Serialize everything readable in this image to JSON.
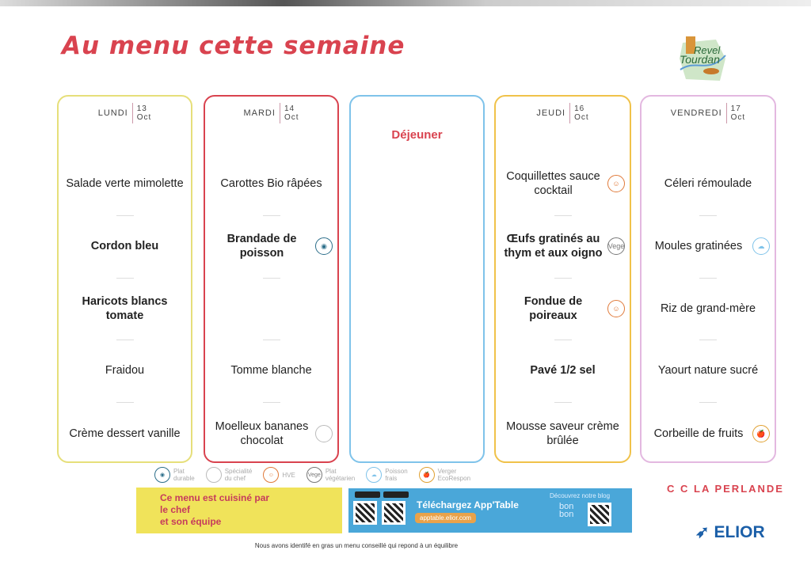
{
  "title": "Au menu cette semaine",
  "logo_text": "Revel Tourdan",
  "lunch_label": "Déjeuner",
  "days": [
    {
      "name": "LUNDI",
      "day": "13",
      "month": "Oct",
      "color": "#e6df7a",
      "items": [
        {
          "t": "Salade verte mimolette",
          "b": false
        },
        {
          "t": "Cordon bleu",
          "b": true
        },
        {
          "t": "Haricots blancs tomate",
          "b": true
        },
        {
          "t": "Fraidou",
          "b": false
        },
        {
          "t": "Crème dessert vanille",
          "b": false
        }
      ]
    },
    {
      "name": "MARDI",
      "day": "14",
      "month": "Oct",
      "color": "#d9434f",
      "items": [
        {
          "t": "Carottes Bio râpées",
          "b": false
        },
        {
          "t": "Brandade de poisson",
          "b": true,
          "icon": "plat-durable"
        },
        {
          "t": "",
          "b": false
        },
        {
          "t": "Tomme blanche",
          "b": false
        },
        {
          "t": "Moelleux bananes chocolat",
          "b": false,
          "icon": "specialite-chef"
        }
      ]
    },
    {
      "name": "JEUDI",
      "day": "16",
      "month": "Oct",
      "color": "#f0c24a",
      "items": [
        {
          "t": "Coquillettes sauce cocktail",
          "b": false,
          "icon": "hve"
        },
        {
          "t": "Œufs gratinés au thym et aux oigno",
          "b": true,
          "icon": "plat-vegetarien"
        },
        {
          "t": "Fondue de poireaux",
          "b": true,
          "icon": "hve"
        },
        {
          "t": "Pavé 1/2 sel",
          "b": true
        },
        {
          "t": "Mousse saveur crème brûlée",
          "b": false
        }
      ]
    },
    {
      "name": "VENDREDI",
      "day": "17",
      "month": "Oct",
      "color": "#e3b8e0",
      "items": [
        {
          "t": "Céleri rémoulade",
          "b": false
        },
        {
          "t": "Moules gratinées",
          "b": false,
          "icon": "poisson-frais"
        },
        {
          "t": "Riz de grand-mère",
          "b": false
        },
        {
          "t": "Yaourt nature sucré",
          "b": false
        },
        {
          "t": "Corbeille de fruits",
          "b": false,
          "icon": "verger"
        }
      ]
    }
  ],
  "legend": [
    {
      "icon": "plat-durable",
      "label1": "Plat",
      "label2": "durable"
    },
    {
      "icon": "specialite-chef",
      "label1": "Spécialité",
      "label2": "du chef"
    },
    {
      "icon": "hve",
      "label1": "HVE",
      "label2": ""
    },
    {
      "icon": "plat-vegetarien",
      "label1": "Plat",
      "label2": "végétarien"
    },
    {
      "icon": "poisson-frais",
      "label1": "Poisson",
      "label2": "frais"
    },
    {
      "icon": "verger",
      "label1": "Verger",
      "label2": "EcoRespon"
    }
  ],
  "chef_note": {
    "l1": "Ce menu est cuisiné par",
    "l2": "le chef",
    "l3": "et son équipe"
  },
  "app": {
    "title": "Téléchargez App'Table",
    "url": "apptable.elior.com",
    "blog": "Découvrez notre blog",
    "bonbon": "bon bon"
  },
  "school": "C C  LA PERLANDE",
  "brand": "ELIOR",
  "footer": "Nous avons identifé en gras un menu conseillé qui repond à un équilibre"
}
